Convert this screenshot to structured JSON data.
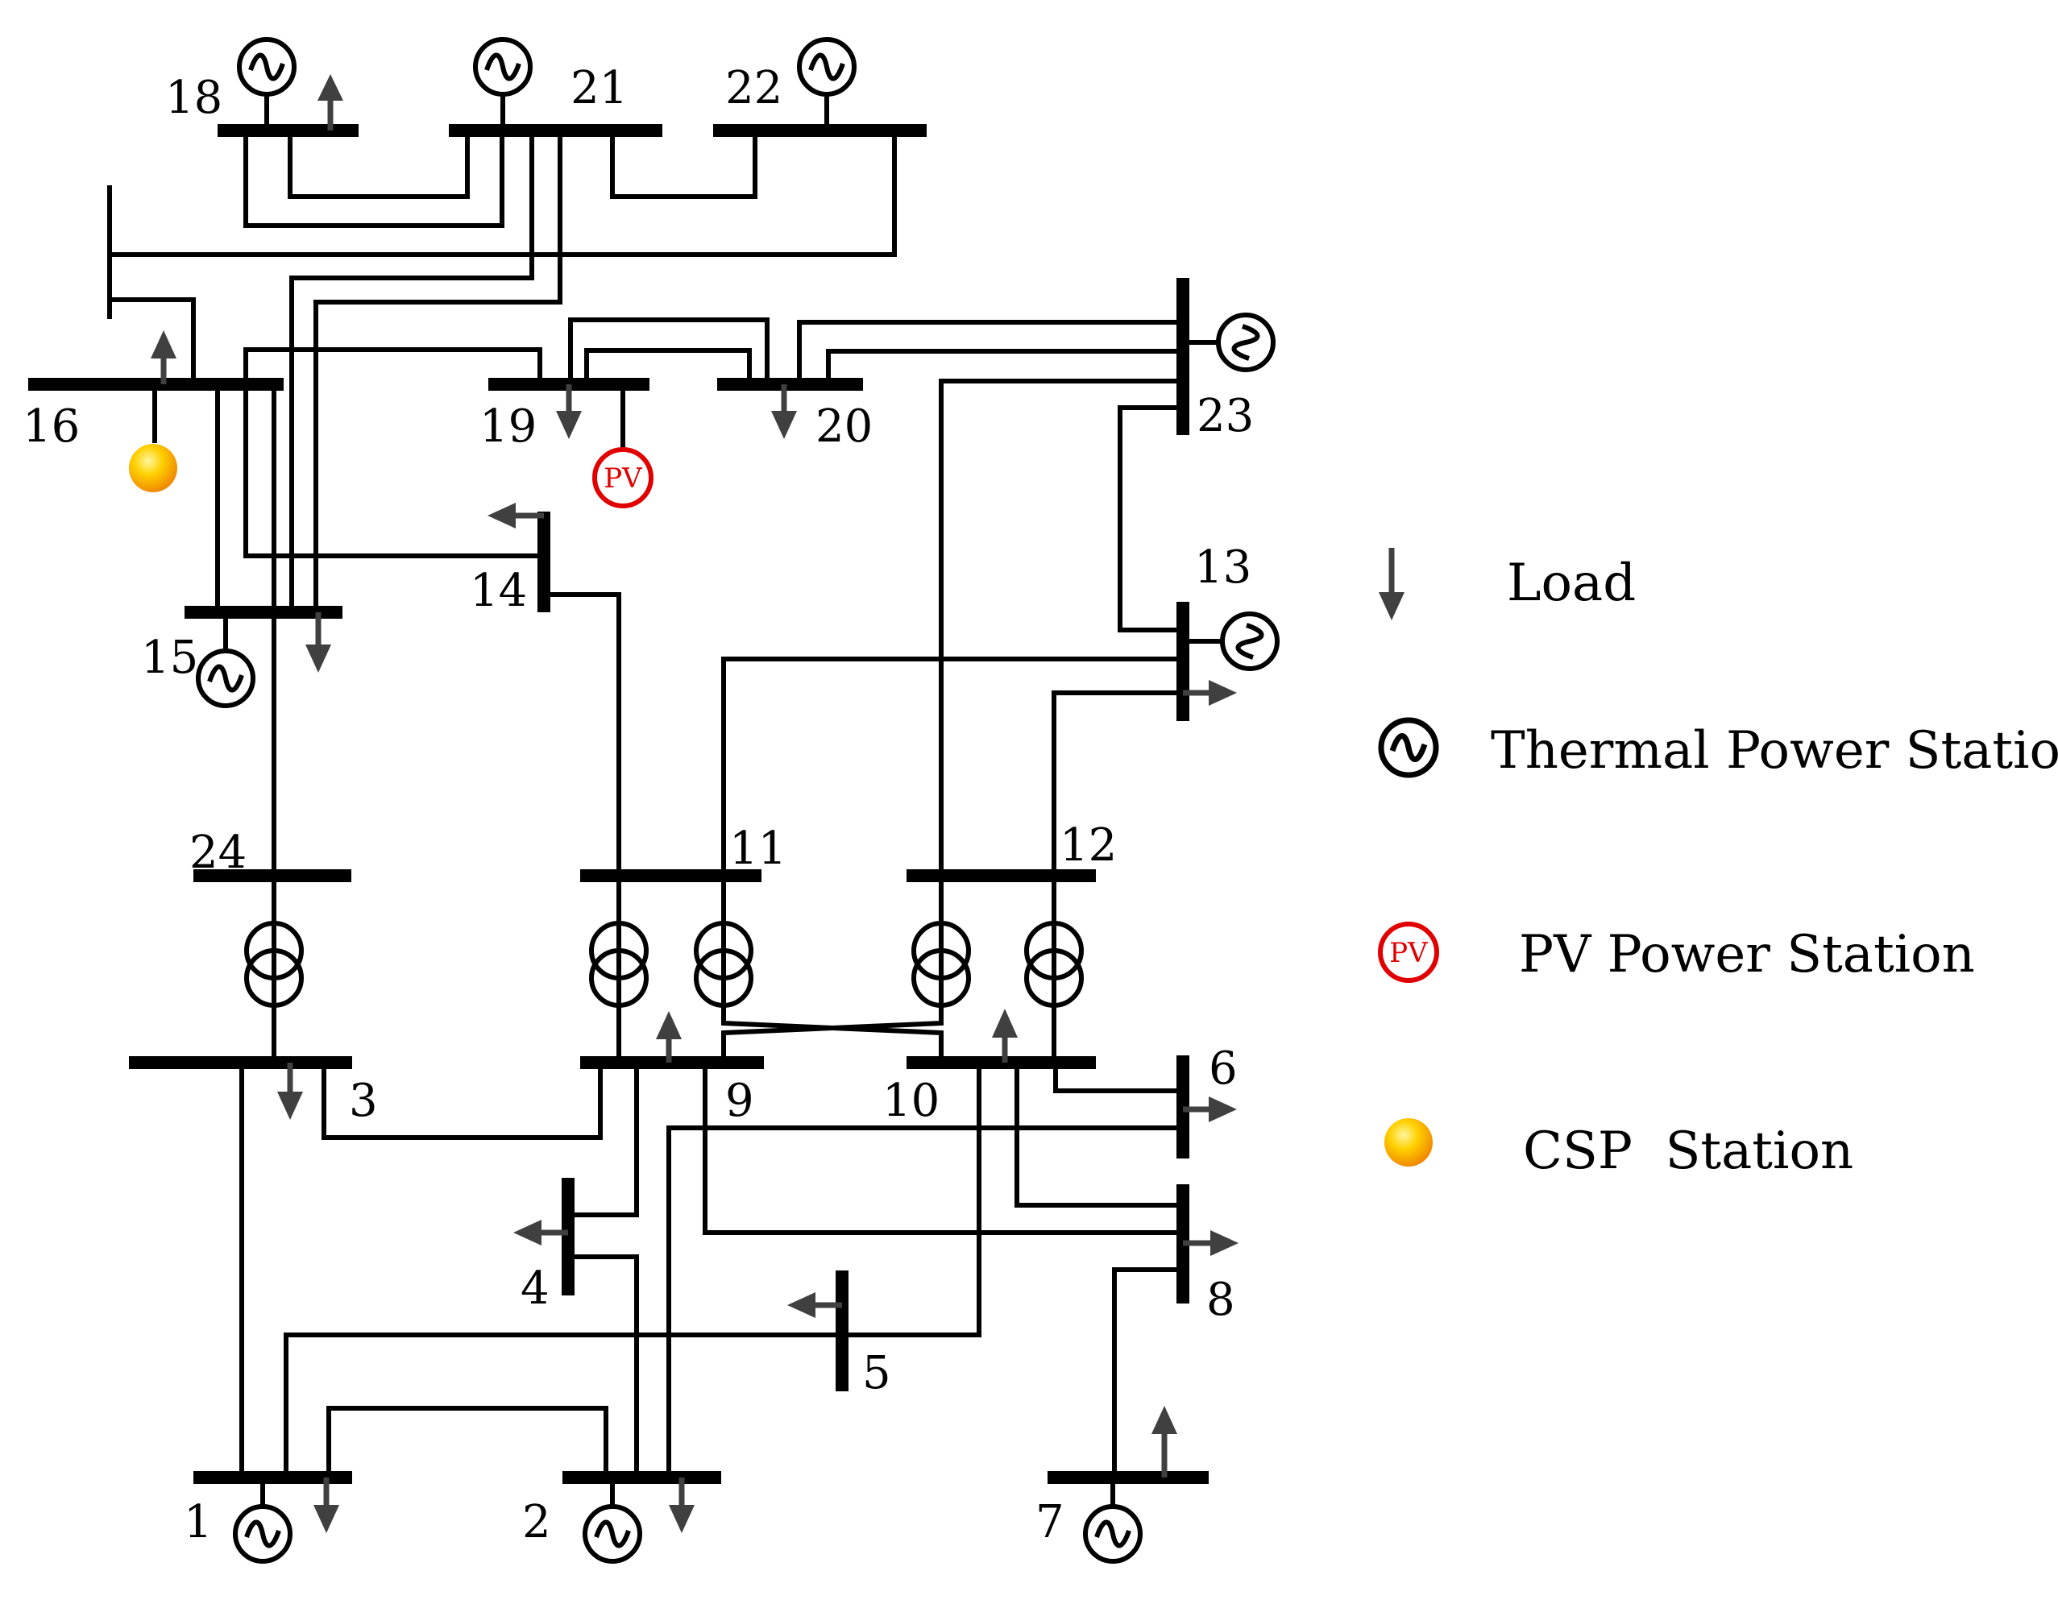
{
  "buses": [
    "1",
    "2",
    "3",
    "4",
    "5",
    "6",
    "7",
    "8",
    "9",
    "10",
    "11",
    "12",
    "13",
    "14",
    "15",
    "16",
    "18",
    "19",
    "20",
    "21",
    "22",
    "23",
    "24"
  ],
  "pv_label": "PV",
  "legend": {
    "load": "Load",
    "thermal": "Thermal Power Station",
    "pv": "PV Power Station",
    "csp": "CSP  Station"
  },
  "colors": {
    "line": "#000000",
    "load_arrow": "#404040",
    "pv": "#e00000",
    "csp": "#f5a000"
  }
}
